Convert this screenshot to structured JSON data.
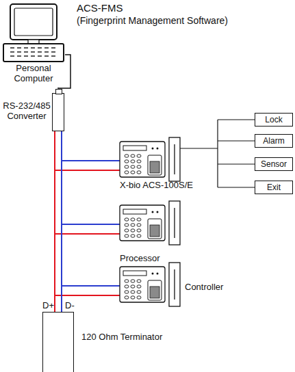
{
  "diagram": {
    "nodes": [
      {
        "text": [
          "Personal Computer"
        ]
      },
      {
        "text": [
          "RS-232/485 Converter"
        ]
      },
      {
        "text": [
          "Lock"
        ]
      },
      {
        "text": [
          "Alarm"
        ]
      },
      {
        "text": [
          "Sensor"
        ]
      },
      {
        "text": [
          "Exit"
        ]
      },
      {
        "text": [
          "120 Ohm Terminator"
        ]
      }
    ],
    "edges": [
      {
        "from": 0,
        "to": 1,
        "arrow": "none"
      },
      {
        "from": 1,
        "to": 6,
        "arrow": "none"
      },
      {
        "from": 1,
        "to": 6,
        "arrow": "none"
      }
    ],
    "labels": [
      "ACS-FMS",
      "(Fingerprint Management Software)",
      "X-bio ACS-100S/E",
      "Processor",
      "Controller",
      "D+",
      "D-"
    ]
  }
}
